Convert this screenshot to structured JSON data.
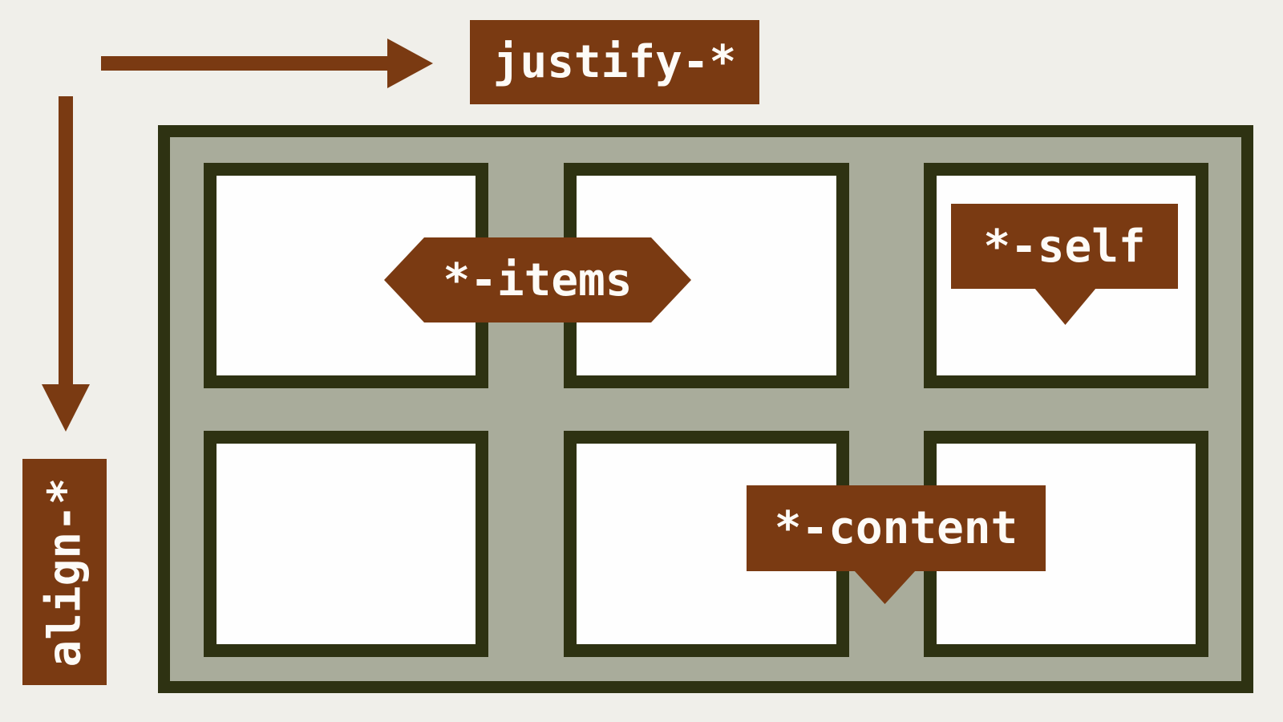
{
  "diagram": {
    "title_hint": "CSS alignment property naming diagram",
    "labels": {
      "justify": "justify-*",
      "align": "align-*",
      "items": "*-items",
      "self": "*-self",
      "content": "*-content"
    },
    "axes": {
      "horizontal_axis_label": "justify-*",
      "vertical_axis_label": "align-*"
    },
    "grid": {
      "rows": 2,
      "columns": 3,
      "cell_count": 6
    },
    "icons": [
      {
        "name": "right-arrow-icon",
        "meaning": "horizontal (inline) axis"
      },
      {
        "name": "down-arrow-icon",
        "meaning": "vertical (block) axis"
      },
      {
        "name": "double-pointed-tag-icon",
        "meaning": "*-items applies to all items"
      },
      {
        "name": "speech-bubble-pointer-icon",
        "meaning": "points at a single item / content area"
      }
    ]
  },
  "palette": {
    "background": "#f0efea",
    "brown": "#7a3a12",
    "olive": "#2e3212",
    "grid_fill": "#a9ac9b",
    "cell_fill": "#fefefe",
    "label_text": "#fdfbf7"
  }
}
